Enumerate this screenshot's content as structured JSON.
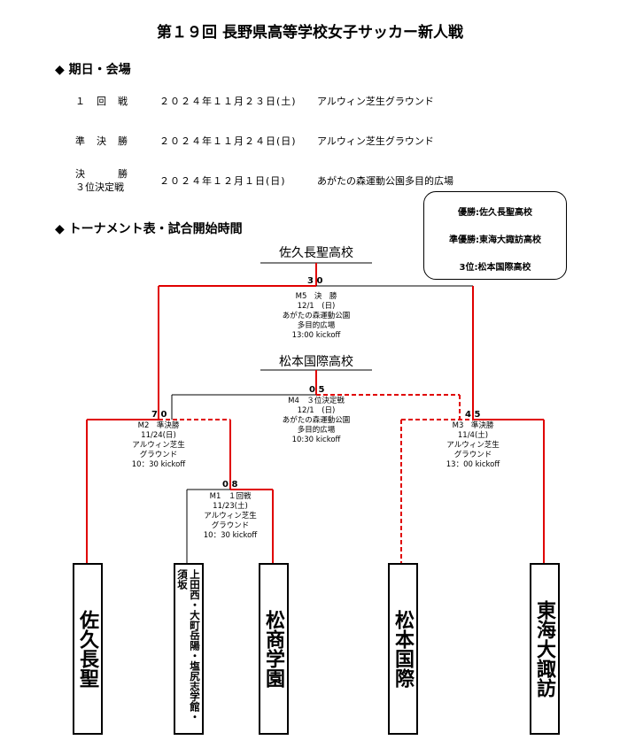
{
  "title": "第１９回 長野県高等学校女子サッカー新人戦",
  "sections": {
    "schedule_heading": "◆ 期日・会場",
    "bracket_heading": "◆ トーナメント表・試合開始時間"
  },
  "schedule": [
    {
      "round": "１　回　戦",
      "date": "２０２４年１１月２３日(土)",
      "venue": "アルウィン芝生グラウンド"
    },
    {
      "round": "準　決　勝",
      "date": "２０２４年１１月２４日(日)",
      "venue": "アルウィン芝生グラウンド"
    },
    {
      "round": "決　　　勝",
      "round2": "３位決定戦",
      "date": "２０２４年１２月１日(日)",
      "venue": "あがたの森運動公園多目的広場"
    }
  ],
  "results_box": {
    "first": "優勝:佐久長聖高校",
    "second": "準優勝:東海大諏訪高校",
    "third": "3位:松本国際高校"
  },
  "final_winner": "佐久長聖高校",
  "third_winner": "松本国際高校",
  "scores": {
    "final": "3 0",
    "third": "0 5",
    "sf_left": "7 0",
    "sf_right": "4 5",
    "r1": "0 8"
  },
  "matches": {
    "m5": [
      "M5　決　勝",
      "12/1　(日)",
      "あがたの森運動公園",
      "多目的広場",
      "13:00 kickoff"
    ],
    "m4": [
      "M4　３位決定戦",
      "12/1　(日)",
      "あがたの森運動公園",
      "多目的広場",
      "10:30 kickoff"
    ],
    "m2": [
      "M2　準決勝",
      "11/24(日)",
      "アルウィン芝生",
      "グラウンド",
      "10：30 kickoff"
    ],
    "m3": [
      "M3　準決勝",
      "11/4(土)",
      "アルウィン芝生",
      "グラウンド",
      "13：00 kickoff"
    ],
    "m1": [
      "M1　１回戦",
      "11/23(土)",
      "アルウィン芝生",
      "グラウンド",
      "10：30 kickoff"
    ]
  },
  "teams": [
    "佐久長聖",
    "上田西・大町岳陽・塩尻志学館・須坂",
    "松商学園",
    "松本国際",
    "東海大諏訪"
  ],
  "colors": {
    "win_line": "#e00000",
    "line": "#000000"
  }
}
